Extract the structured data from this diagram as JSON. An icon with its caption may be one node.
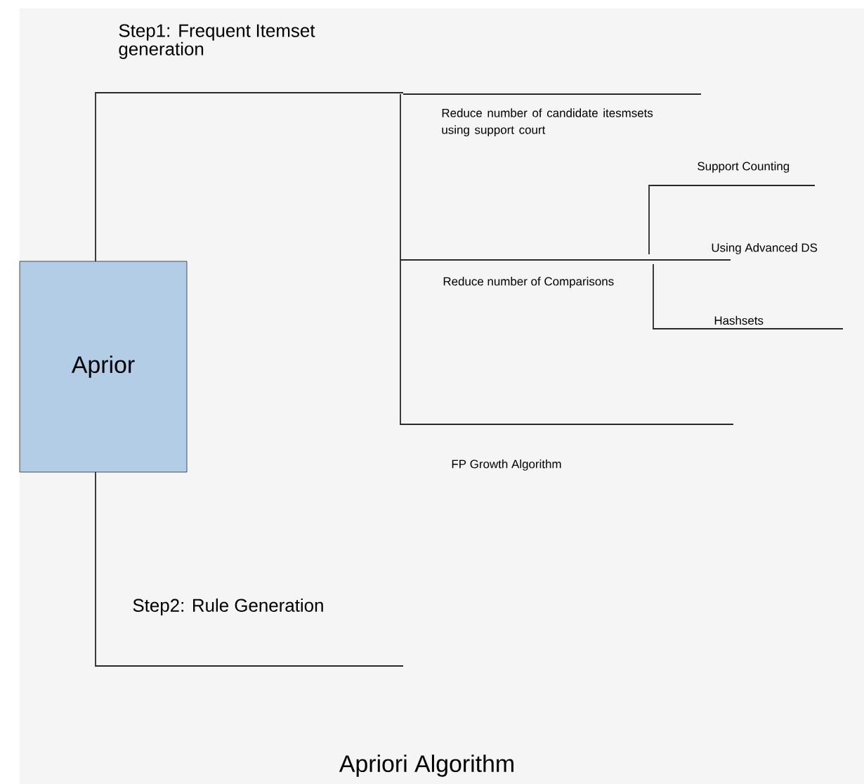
{
  "diagram": {
    "caption": "Apriori Algorithm",
    "nodes": [
      {
        "text": [
          "Aprior"
        ]
      }
    ],
    "labels": [
      "Step1: Frequent Itemset generation",
      "Reduce number of candidate itesmsets using support court",
      "Support Counting",
      "Using Advanced DS",
      "Reduce number of Comparisons",
      "Hashsets",
      "FP Growth Algorithm",
      "Step2: Rule Generation"
    ]
  }
}
